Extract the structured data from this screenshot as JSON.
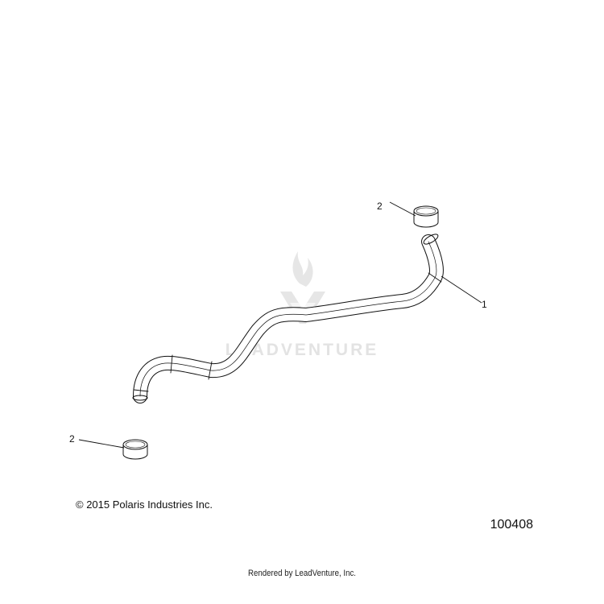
{
  "watermark": {
    "text": "LEADVENTURE",
    "color": "#e3e3e3"
  },
  "callouts": [
    {
      "id": "hose-top-label",
      "label": "2",
      "part": "clamp"
    },
    {
      "id": "hose-label",
      "label": "1",
      "part": "hose"
    },
    {
      "id": "clamp-bottom-label",
      "label": "2",
      "part": "clamp"
    }
  ],
  "footer": {
    "copyright": "© 2015 Polaris Industries Inc.",
    "drawing_number": "100408",
    "rendered_by": "Rendered by LeadVenture, Inc."
  },
  "colors": {
    "line": "#111111",
    "background": "#ffffff"
  }
}
